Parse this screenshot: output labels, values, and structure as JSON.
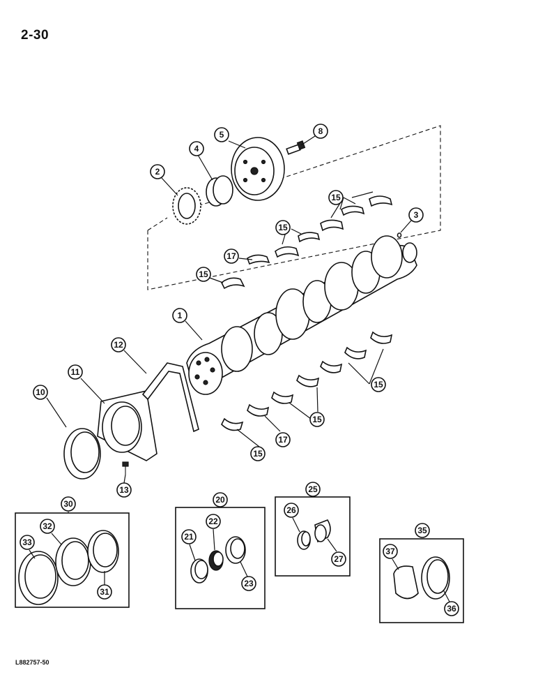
{
  "page": {
    "number": "2-30",
    "figure_code": "L882757-50"
  },
  "callouts": {
    "c1": "1",
    "c2": "2",
    "c3": "3",
    "c4": "4",
    "c5": "5",
    "c8": "8",
    "c10": "10",
    "c11": "11",
    "c12": "12",
    "c13": "13",
    "c15a": "15",
    "c15b": "15",
    "c15c": "15",
    "c15d": "15",
    "c15e": "15",
    "c15f": "15",
    "c17a": "17",
    "c17b": "17",
    "c20": "20",
    "c21": "21",
    "c22": "22",
    "c23": "23",
    "c25": "25",
    "c26": "26",
    "c27": "27",
    "c30": "30",
    "c31": "31",
    "c32": "32",
    "c33": "33",
    "c35": "35",
    "c36": "36",
    "c37": "37"
  }
}
